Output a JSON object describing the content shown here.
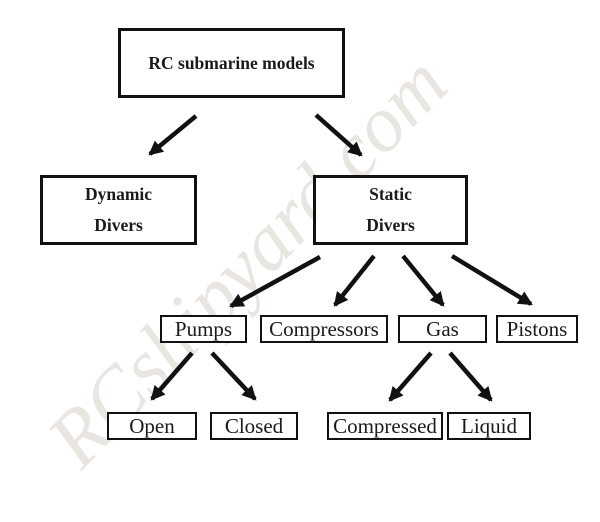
{
  "watermark": {
    "text": "RCshipyard.com",
    "color": "#e9e6e1"
  },
  "colors": {
    "background": "#ffffff",
    "box_border": "#111111",
    "text": "#1a1a1a",
    "arrow": "#111111"
  },
  "nodes": {
    "root": {
      "label": "RC submarine models"
    },
    "dynamic": {
      "line1": "Dynamic",
      "line2": "Divers"
    },
    "static": {
      "line1": "Static",
      "line2": "Divers"
    },
    "pumps": {
      "label": "Pumps"
    },
    "compressors": {
      "label": "Compressors"
    },
    "gas": {
      "label": "Gas"
    },
    "pistons": {
      "label": "Pistons"
    },
    "open": {
      "label": "Open"
    },
    "closed": {
      "label": "Closed"
    },
    "compressed": {
      "label": "Compressed"
    },
    "liquid": {
      "label": "Liquid"
    }
  },
  "edges": [
    {
      "from": "root",
      "to": "dynamic"
    },
    {
      "from": "root",
      "to": "static"
    },
    {
      "from": "static",
      "to": "pumps"
    },
    {
      "from": "static",
      "to": "compressors"
    },
    {
      "from": "static",
      "to": "gas"
    },
    {
      "from": "static",
      "to": "pistons"
    },
    {
      "from": "pumps",
      "to": "open"
    },
    {
      "from": "pumps",
      "to": "closed"
    },
    {
      "from": "gas",
      "to": "compressed"
    },
    {
      "from": "gas",
      "to": "liquid"
    }
  ]
}
